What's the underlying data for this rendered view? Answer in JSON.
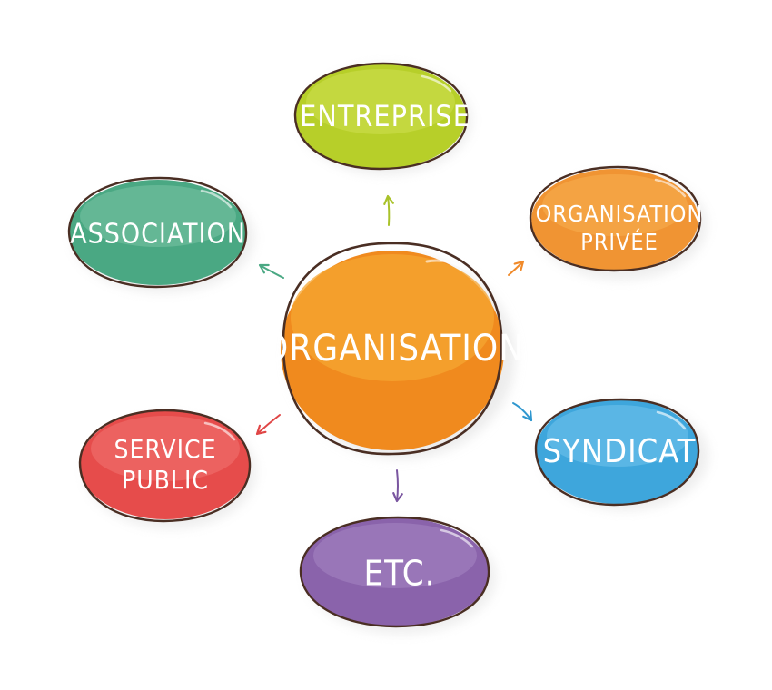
{
  "center": {
    "label": "ORGANISATION",
    "color": "#f08a1e"
  },
  "nodes": [
    {
      "id": "entreprise",
      "lines": [
        "ENTREPRISE"
      ],
      "color": "#b7cf29"
    },
    {
      "id": "organisation-privee",
      "lines": [
        "ORGANISATION",
        "PRIVÉE"
      ],
      "color": "#f09433"
    },
    {
      "id": "syndicat",
      "lines": [
        "SYNDICAT"
      ],
      "color": "#3ea6dc"
    },
    {
      "id": "etc",
      "lines": [
        "ETC."
      ],
      "color": "#8a63ab"
    },
    {
      "id": "service-public",
      "lines": [
        "SERVICE",
        "PUBLIC"
      ],
      "color": "#e64c4b"
    },
    {
      "id": "association",
      "lines": [
        "ASSOCIATION"
      ],
      "color": "#4aa883"
    }
  ]
}
